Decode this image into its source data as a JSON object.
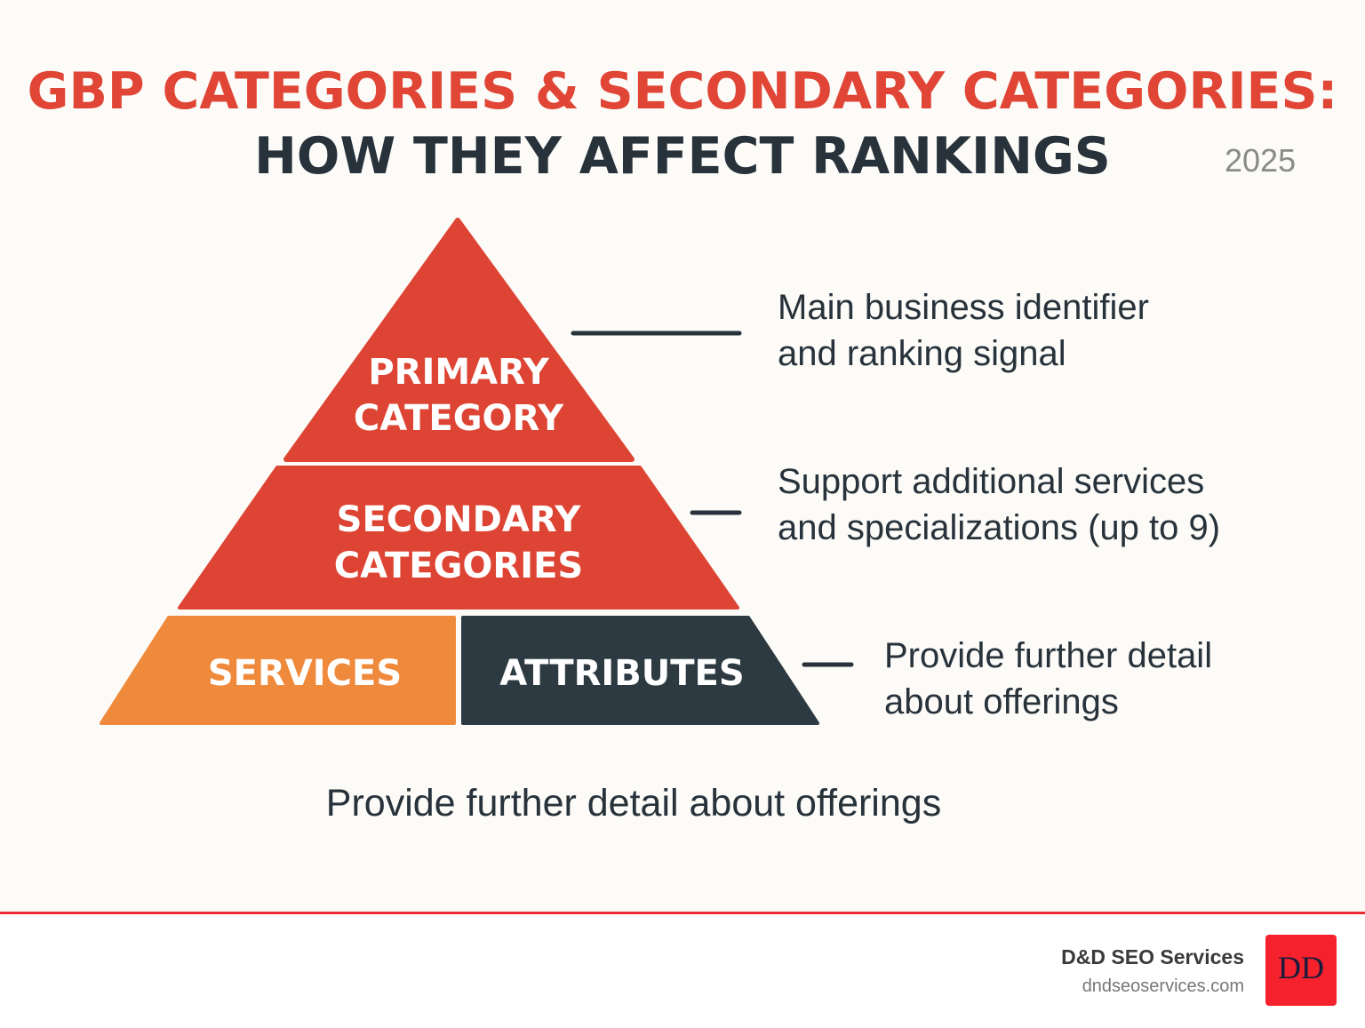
{
  "header": {
    "title_line1": "GBP CATEGORIES & SECONDARY CATEGORIES:",
    "title_line2": "HOW THEY AFFECT RANKINGS",
    "year": "2025"
  },
  "pyramid": {
    "primary": {
      "line1": "PRIMARY",
      "line2": "CATEGORY",
      "color": "#dd4433"
    },
    "secondary": {
      "line1": "SECONDARY",
      "line2": "CATEGORIES",
      "color": "#dd4433"
    },
    "services": {
      "label": "SERVICES",
      "color": "#ef8a3c"
    },
    "attributes": {
      "label": "ATTRIBUTES",
      "color": "#2d3a42"
    }
  },
  "descriptions": {
    "primary": {
      "line1": "Main business identifier",
      "line2": "and ranking signal"
    },
    "secondary": {
      "line1": "Support additional services",
      "line2": "and specializations (up to 9)"
    },
    "base": {
      "line1": "Provide further detail",
      "line2": "about offerings"
    }
  },
  "bottom_caption": "Provide further detail about offerings",
  "footer": {
    "brand_name": "D&D SEO Services",
    "brand_url": "dndseoservices.com",
    "logo_text": "DD",
    "accent": "#ee2b33"
  }
}
